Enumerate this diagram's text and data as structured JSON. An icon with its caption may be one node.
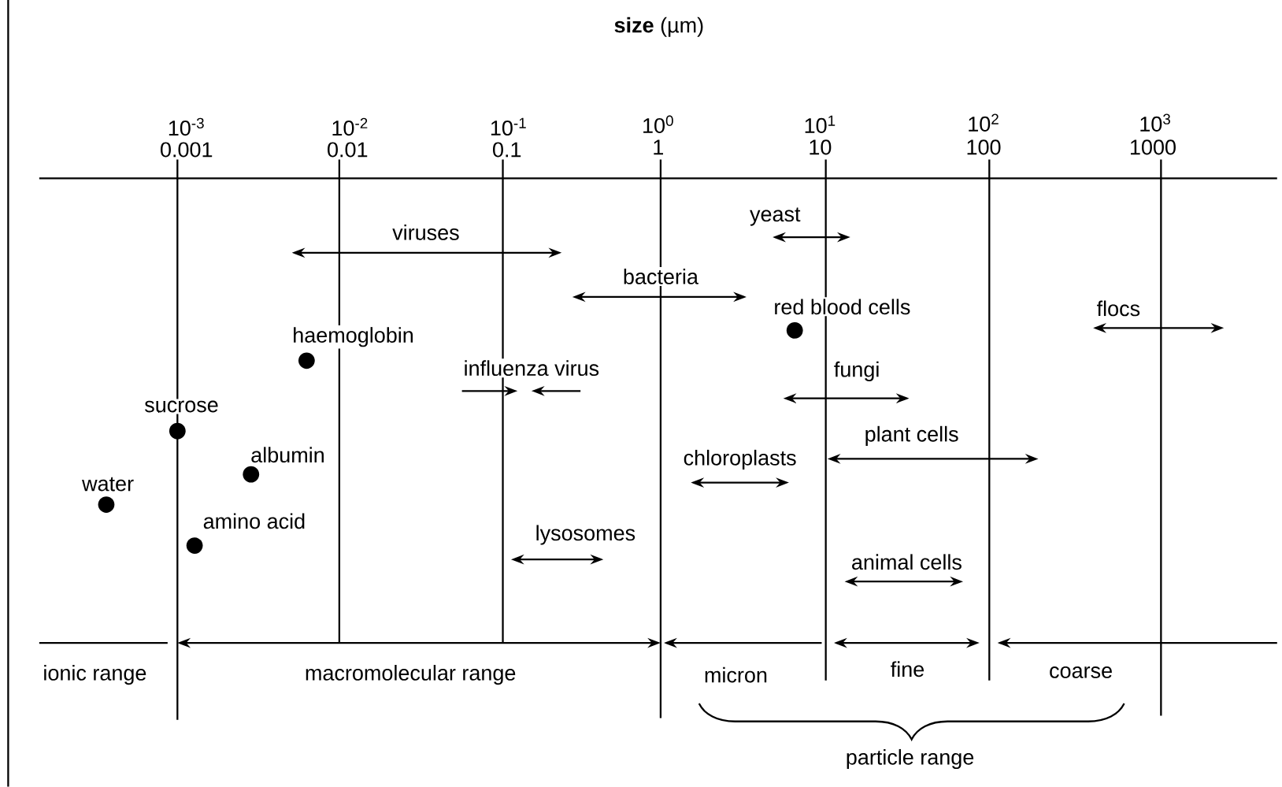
{
  "diagram": {
    "title": "**size** (µm)",
    "labels": [
      "10$^{-3}$",
      "0.001",
      "10$^{-2}$",
      "0.01",
      "10$^{-1}$",
      "0.1",
      "10$^{0}$",
      "1",
      "10$^{1}$",
      "10",
      "10$^{2}$",
      "100",
      "10$^{3}$",
      "1000",
      "yeast",
      "viruses",
      "bacteria",
      "red blood cells",
      "flocs",
      "haemoglobin",
      "influenza virus",
      "fungi",
      "sucrose",
      "plant cells",
      "albumin",
      "chloroplasts",
      "water",
      "amino acid",
      "lysosomes",
      "animal cells",
      "ionic range",
      "macromolecular range",
      "micron",
      "fine",
      "coarse",
      "particle range"
    ]
  }
}
